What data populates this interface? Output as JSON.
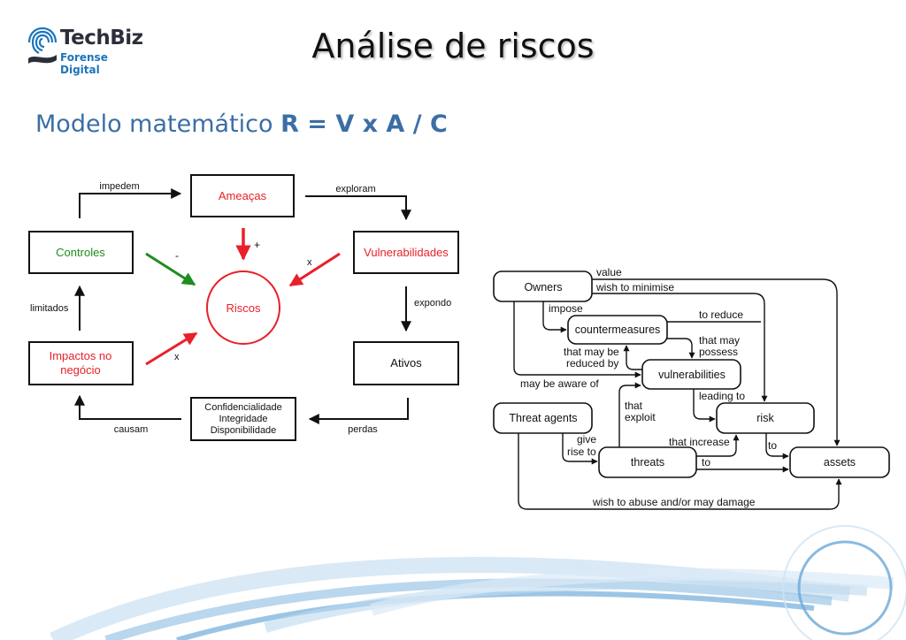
{
  "brand": {
    "name": "TechBiz",
    "tagline": "Forense Digital",
    "accent": "#1c75bc"
  },
  "slide": {
    "title": "Análise de riscos",
    "subtitle_prefix": "Modelo matemático",
    "formula": "R = V x A / C",
    "title_color": "#111111",
    "subtitle_color": "#3b6ea5"
  },
  "left_diagram": {
    "nodes": {
      "ameacas": "Ameaças",
      "vulnerabilidades": "Vulnerabilidades",
      "controles": "Controles",
      "riscos": "Riscos",
      "impactos_line1": "Impactos no",
      "impactos_line2": "negócio",
      "ativos": "Ativos",
      "cid_line1": "Confidencialidade",
      "cid_line2": "Integridade",
      "cid_line3": "Disponibilidade"
    },
    "edges": {
      "impedem": "impedem",
      "exploram": "exploram",
      "expondo": "expondo",
      "perdas": "perdas",
      "causam": "causam",
      "limitados": "limitados",
      "plus": "+",
      "minus": "-",
      "times_v": "x",
      "times_i": "x"
    },
    "colors": {
      "red": "#e8202a",
      "green": "#1e8c1e"
    }
  },
  "right_diagram": {
    "nodes": {
      "owners": "Owners",
      "countermeasures": "countermeasures",
      "vulnerabilities": "vulnerabilities",
      "threat_agents": "Threat agents",
      "risk": "risk",
      "threats": "threats",
      "assets": "assets"
    },
    "edges": {
      "value": "value",
      "wish_to_minimise": "wish to minimise",
      "impose": "impose",
      "to_reduce": "to reduce",
      "that_may_possess_1": "that may",
      "that_may_possess_2": "possess",
      "that_may_be_1": "that may be",
      "that_may_be_2": "reduced by",
      "may_be_aware_of": "may be aware of",
      "leading_to": "leading to",
      "that_exploit_1": "that",
      "that_exploit_2": "exploit",
      "give_rise_to_1": "give",
      "give_rise_to_2": "rise to",
      "that_increase": "that increase",
      "to_risk_assets": "to",
      "to_threats_assets": "to",
      "wish_to_abuse": "wish to abuse and/or may damage"
    }
  }
}
